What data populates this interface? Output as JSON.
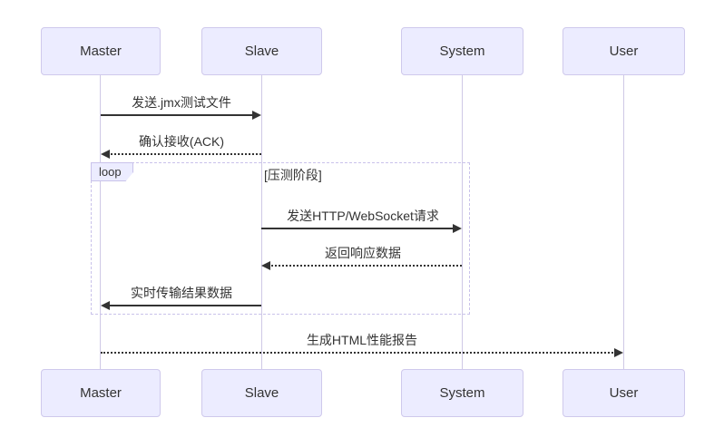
{
  "colors": {
    "background": "#ffffff",
    "actor-fill": "#ececff",
    "actor-border": "#cfc9ec",
    "lifeline": "#cfc9e6",
    "signal": "#333333",
    "text": "#333333",
    "loop-border": "#c9c2ea",
    "loop-label-fill": "#ececff"
  },
  "actors": {
    "master": "Master",
    "slave": "Slave",
    "system": "System",
    "user": "User"
  },
  "loop": {
    "label": "loop",
    "guard": "[压测阶段]"
  },
  "messages": [
    {
      "from": "Master",
      "to": "Slave",
      "line": "solid",
      "label": "发送.jmx测试文件"
    },
    {
      "from": "Slave",
      "to": "Master",
      "line": "dotted",
      "label": "确认接收(ACK)"
    },
    {
      "from": "Slave",
      "to": "System",
      "line": "solid",
      "label": "发送HTTP/WebSocket请求"
    },
    {
      "from": "System",
      "to": "Slave",
      "line": "dotted",
      "label": "返回响应数据"
    },
    {
      "from": "Slave",
      "to": "Master",
      "line": "solid",
      "label": "实时传输结果数据"
    },
    {
      "from": "Master",
      "to": "User",
      "line": "dotted",
      "label": "生成HTML性能报告"
    }
  ]
}
